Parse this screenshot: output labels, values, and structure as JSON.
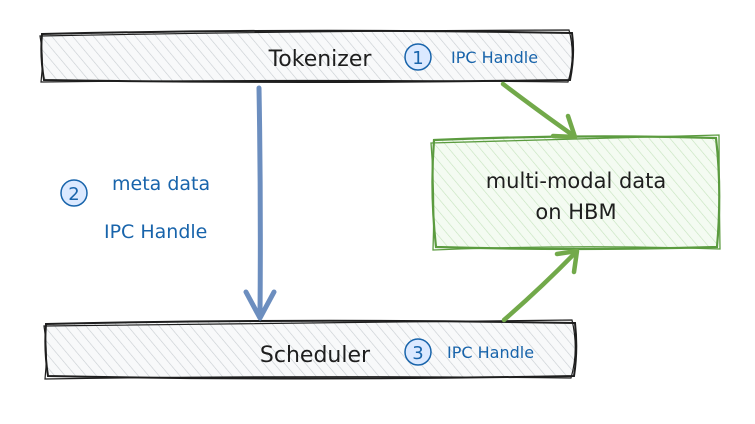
{
  "tokenizer": {
    "label": "Tokenizer",
    "step": "1",
    "handle": "IPC Handle"
  },
  "scheduler": {
    "label": "Scheduler",
    "step": "3",
    "handle": "IPC Handle"
  },
  "transfer": {
    "step": "2",
    "meta": "meta data",
    "handle": "IPC Handle"
  },
  "hbm": {
    "line1": "multi-modal data",
    "line2": "on HBM"
  },
  "colors": {
    "box_fill": "#e9ecef",
    "box_stroke": "#1e1e1e",
    "hbm_fill": "#d3f9d8",
    "hbm_stroke": "#5b9b3f",
    "arrow_blue": "#6c8ebf",
    "arrow_green": "#72a94a",
    "text_blue": "#1864ab",
    "circle_fill": "#dbe9ff"
  }
}
